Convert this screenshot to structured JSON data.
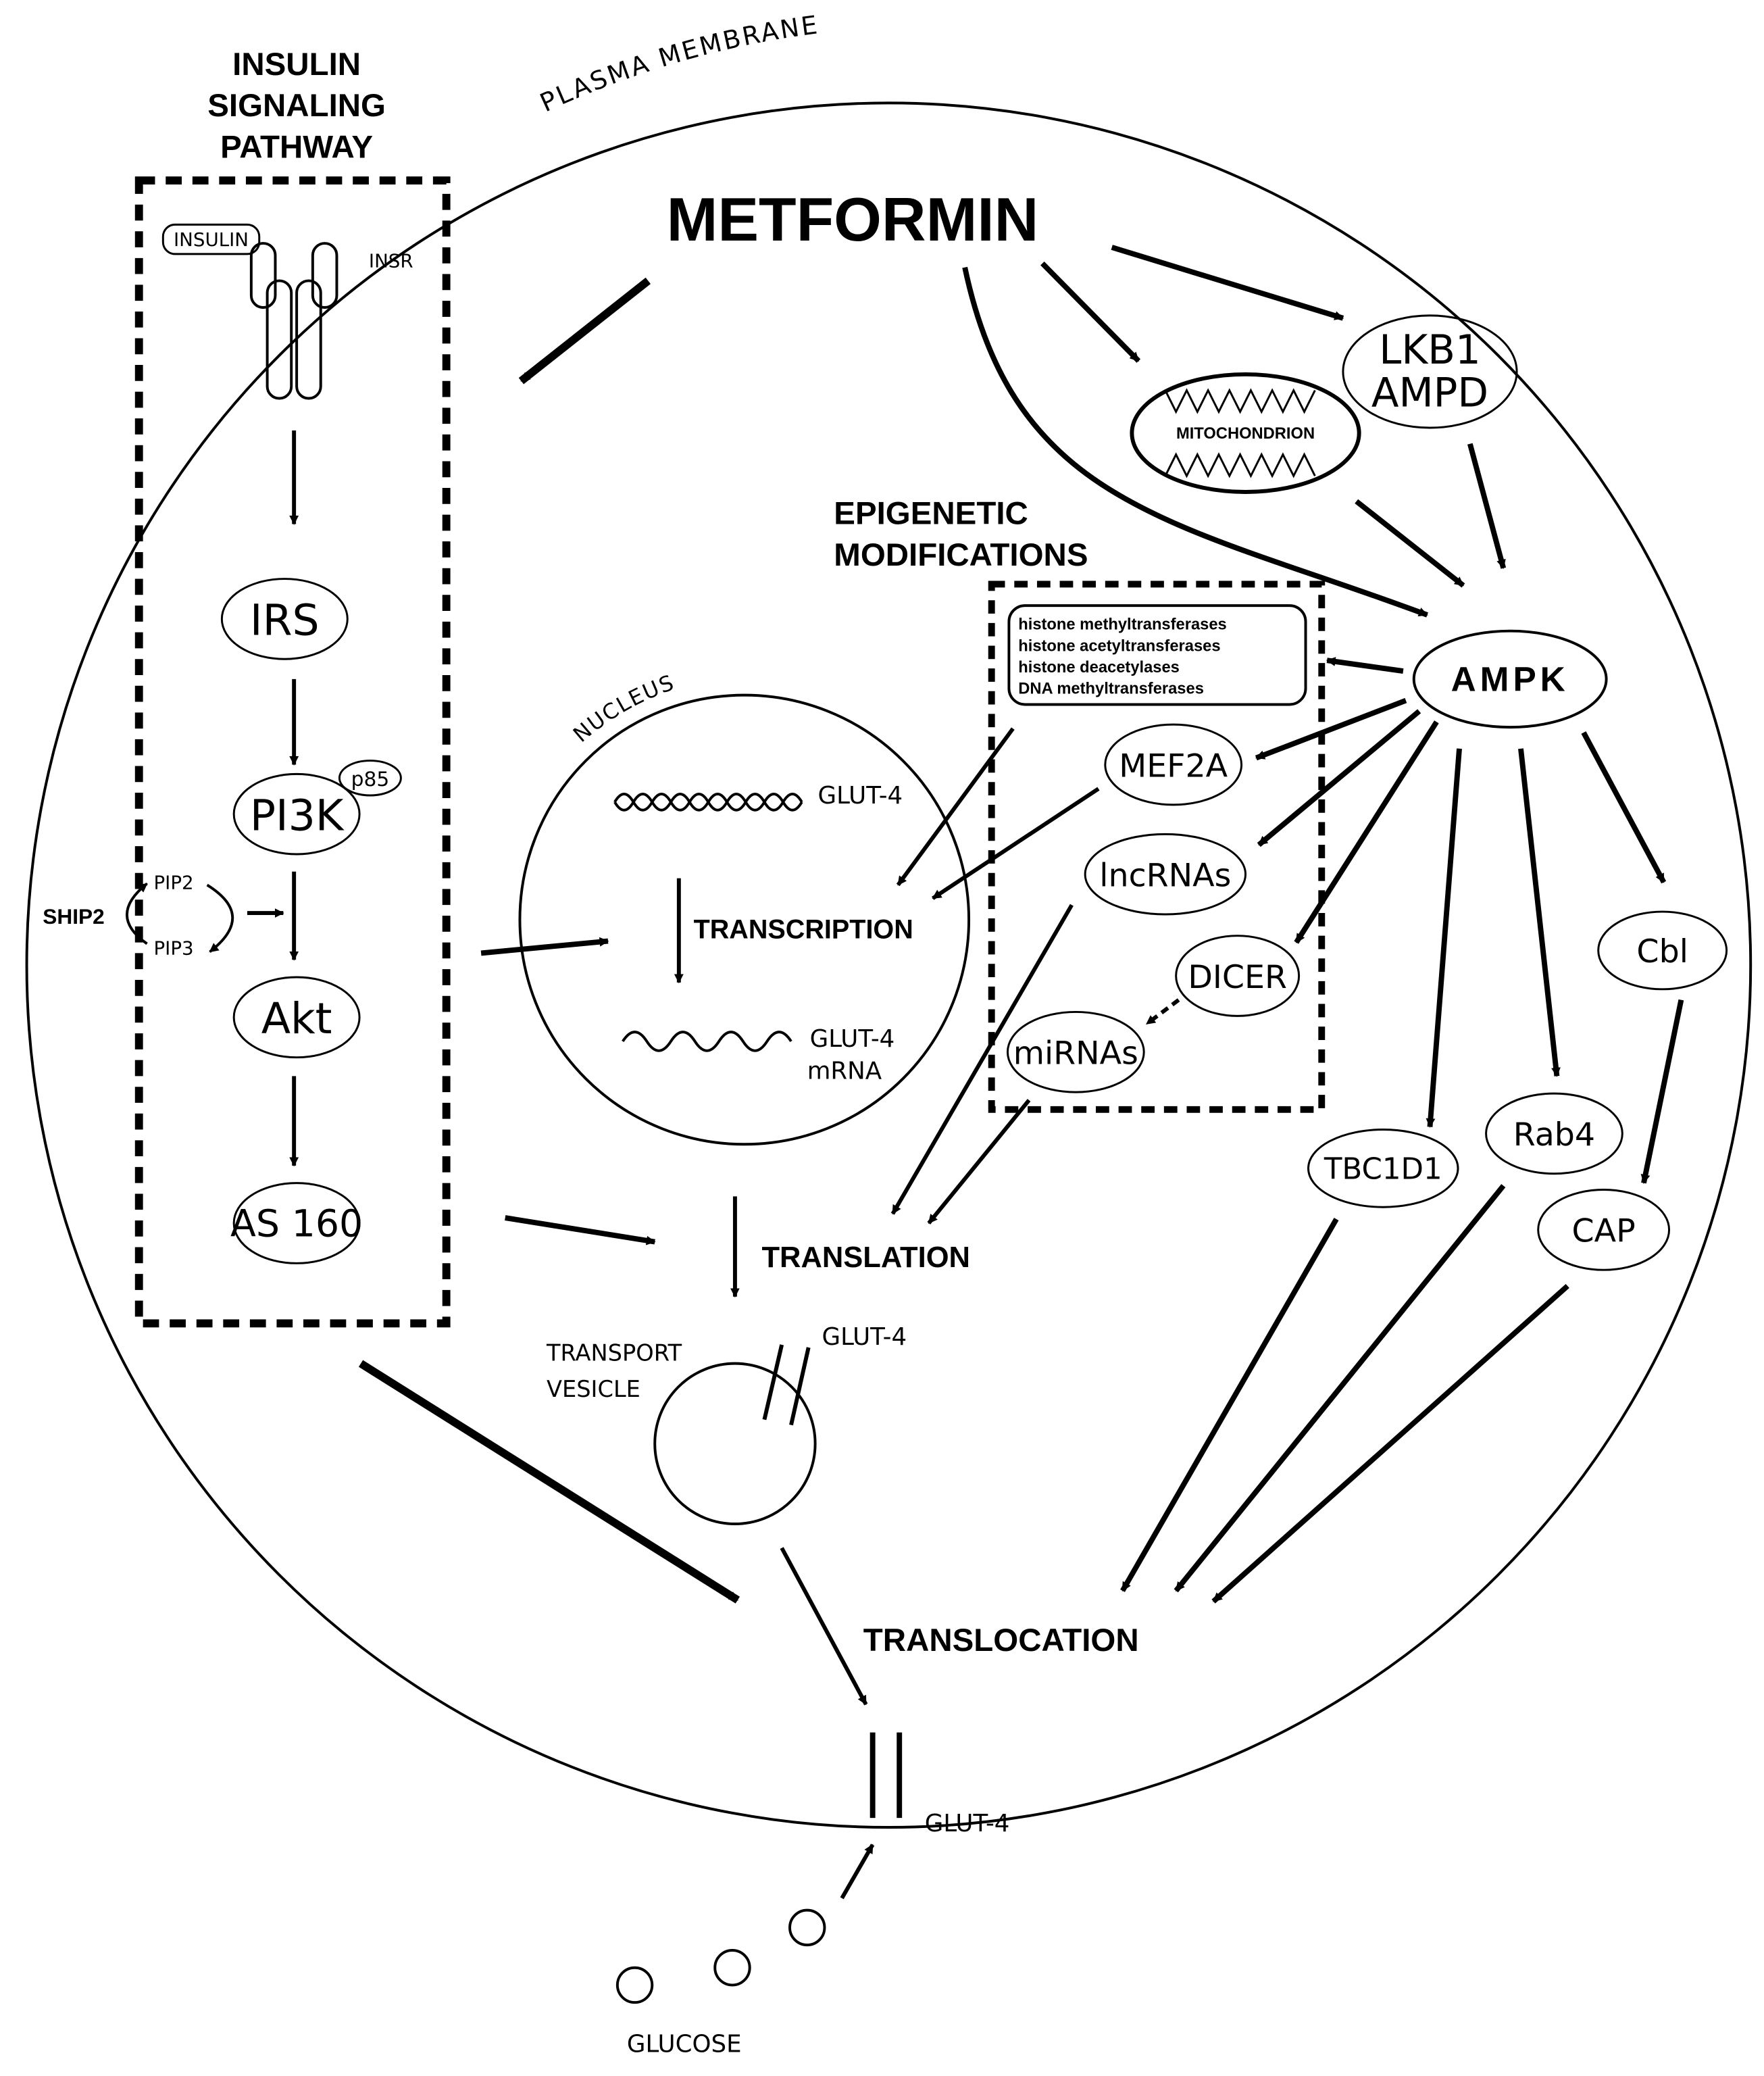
{
  "labels": {
    "plasma_membrane": "PLASMA MEMBRANE",
    "insulin_title": [
      "INSULIN",
      "SIGNALING",
      "PATHWAY"
    ],
    "metformin": "METFORMIN",
    "insulin": "INSULIN",
    "insr": "INSR",
    "irs": "IRS",
    "pi3k": "PI3K",
    "p85": "p85",
    "ship2": "SHIP2",
    "pip2": "PIP2",
    "pip3": "PIP3",
    "akt": "Akt",
    "as160": "AS 160",
    "lkb1": "LKB1",
    "ampd": "AMPD",
    "mitochondrion": "MITOCHONDRION",
    "epigenetic_title": [
      "EPIGENETIC",
      "MODIFICATIONS"
    ],
    "enzymes": [
      "histone methyltransferases",
      "histone acetyltransferases",
      "histone deacetylases",
      "DNA methyltransferases"
    ],
    "ampk": "AMPK",
    "mef2a": "MEF2A",
    "lncrnas": "lncRNAs",
    "dicer": "DICER",
    "mirnas": "miRNAs",
    "nucleus": "NUCLEUS",
    "glut4": "GLUT-4",
    "transcription": "TRANSCRIPTION",
    "glut4_mrna": [
      "GLUT-4",
      "mRNA"
    ],
    "translation": "TRANSLATION",
    "transport_vesicle": [
      "TRANSPORT",
      "VESICLE"
    ],
    "translocation": "TRANSLOCATION",
    "cbl": "Cbl",
    "tbc1d1": "TBC1D1",
    "rab4": "Rab4",
    "cap": "CAP",
    "glucose": "GLUCOSE"
  }
}
